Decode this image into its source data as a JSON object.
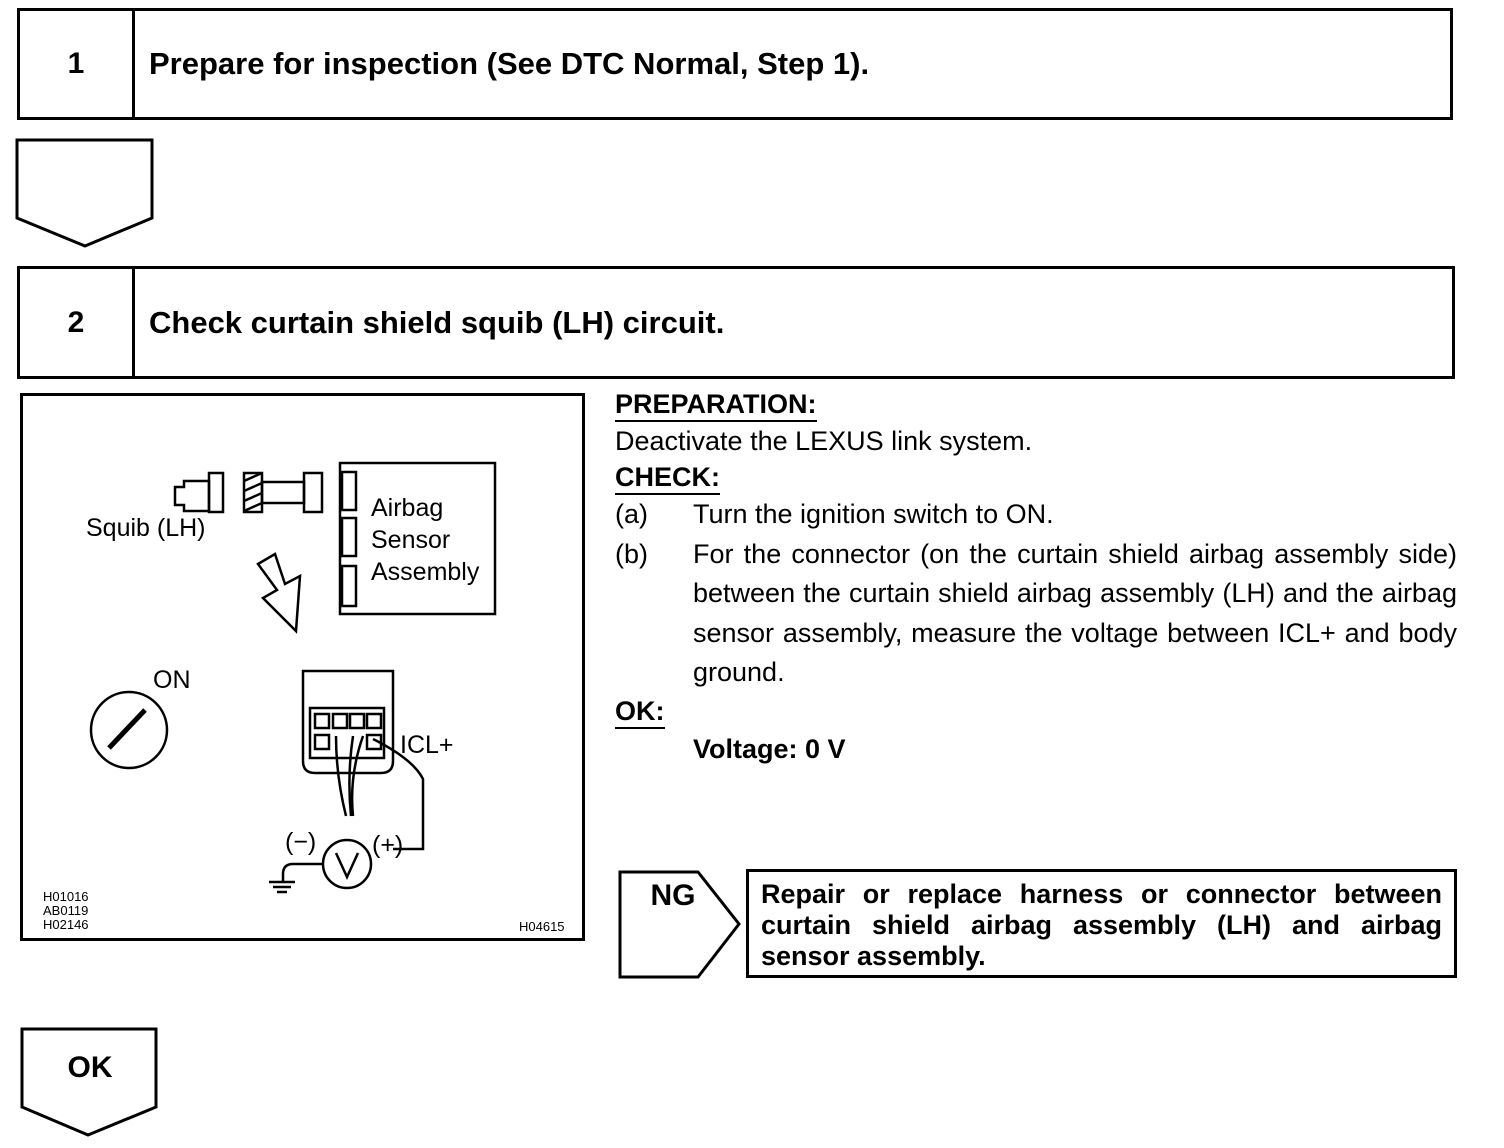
{
  "step1": {
    "number": "1",
    "title": "Prepare for inspection (See DTC Normal, Step 1)."
  },
  "step2": {
    "number": "2",
    "title": "Check curtain shield squib (LH) circuit."
  },
  "figure": {
    "squib_label": "Squib (LH)",
    "sensor_label_lines": [
      "Airbag",
      "Sensor",
      "Assembly"
    ],
    "on_label": "ON",
    "icl_label": "ICL+",
    "minus_label": "(−)",
    "plus_label": "(+)",
    "meter_symbol": "V",
    "codes_left": "H01016\nAB0119\nH02146",
    "code_right": "H04615"
  },
  "instructions": {
    "preparation_heading": "PREPARATION:",
    "preparation_text": "Deactivate the LEXUS link system.",
    "check_heading": "CHECK:",
    "items": [
      {
        "marker": "(a)",
        "text": "Turn the ignition switch to ON."
      },
      {
        "marker": "(b)",
        "text": "For the connector (on the curtain shield airbag assembly side) between the curtain shield airbag assembly (LH) and the airbag sensor assembly, measure the voltage between ICL+ and body ground."
      }
    ],
    "ok_heading": "OK:",
    "ok_value": "Voltage: 0 V"
  },
  "ng": {
    "label": "NG",
    "text": "Repair or replace harness or connector between curtain shield airbag assembly (LH) and airbag sensor assembly."
  },
  "ok_arrow": {
    "label": "OK"
  }
}
